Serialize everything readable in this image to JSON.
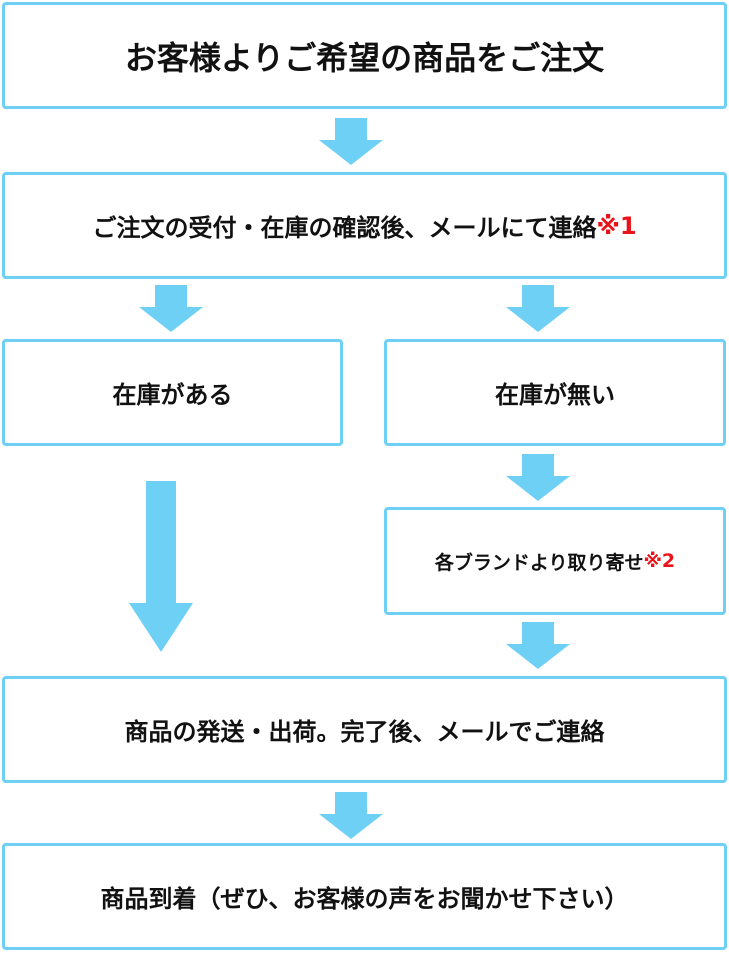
{
  "colors": {
    "box_border": "#6fd0f6",
    "arrow": "#6fd0f6",
    "note": "#e8141a",
    "text": "#111111"
  },
  "steps": {
    "order": {
      "text": "お客様よりご希望の商品をご注文"
    },
    "confirm": {
      "text": "ご注文の受付・在庫の確認後、メールにて連絡",
      "note": "※1"
    },
    "in_stock": {
      "text": "在庫がある"
    },
    "out_of_stock": {
      "text": "在庫が無い"
    },
    "backorder": {
      "text": "各ブランドより取り寄せ",
      "note": "※2"
    },
    "ship": {
      "text": "商品の発送・出荷。完了後、メールでご連絡"
    },
    "arrival": {
      "text": "商品到着（ぜひ、お客様の声をお聞かせ下さい）"
    }
  }
}
